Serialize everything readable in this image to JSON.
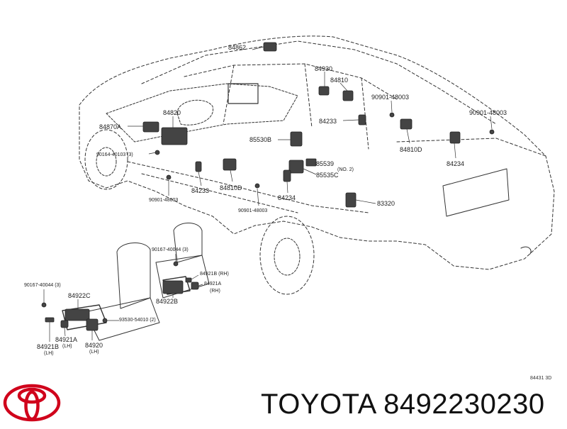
{
  "colors": {
    "line": "#333333",
    "brand": "#d0021b",
    "text": "#222222"
  },
  "parts": {
    "p84862": "84862",
    "p84930": "84930",
    "p84810_top": "84810",
    "p90901_a": "90901-48003",
    "p90901_b": "90901-48003",
    "p84870A": "84870A",
    "p84820": "84820",
    "p84233_r": "84233",
    "p90164": "90164-40103 (3)",
    "p85530B": "85530B",
    "p84810D_r": "84810D",
    "p84234_r": "84234",
    "p85539": "85539",
    "p85539_no": "(NO. 2)",
    "p85535C": "85535C",
    "p84233_l": "84233",
    "p84810D_l": "84810D",
    "p84234_l": "84234",
    "p90901_c": "90901-48003",
    "p90901_d": "90901-48003",
    "p83320": "83320",
    "p90167_a": "90167-40044 (3)",
    "p84921B_rh": "84921B (RH)",
    "p84921A_rh": "84921A",
    "p84921A_rh_side": "(RH)",
    "p84922B": "84922B",
    "p90167_b": "90167-40044 (3)",
    "p84922C": "84922C",
    "p93530": "93530-54010 (2)",
    "p84921A_lh": "84921A",
    "p84921A_lh_side": "(LH)",
    "p84921B_lh": "84921B",
    "p84921B_lh_side": "(LH)",
    "p84920": "84920",
    "p84920_side": "(LH)"
  },
  "diagram_code": "84431 3D",
  "brand": {
    "logo": "toyota-logo",
    "text": "TOYOTA 8492230230"
  }
}
